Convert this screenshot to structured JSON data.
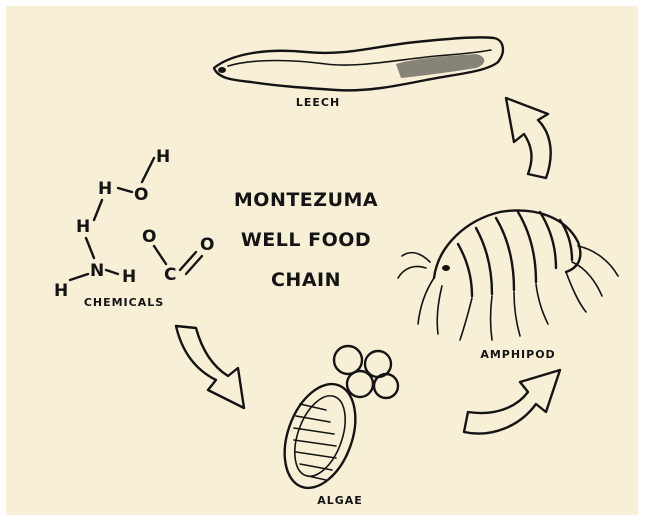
{
  "title": {
    "line1": "MONTEZUMA",
    "line2": "WELL FOOD",
    "line3": "CHAIN"
  },
  "nodes": {
    "leech": "LEECH",
    "amphipod": "AMPHIPOD",
    "algae": "ALGAE",
    "chemicals": "CHEMICALS"
  },
  "chemical_atoms": {
    "h": "H",
    "o": "O",
    "n": "N",
    "c": "C"
  },
  "colors": {
    "paper": "#f7f0d6",
    "ink": "#141414"
  }
}
